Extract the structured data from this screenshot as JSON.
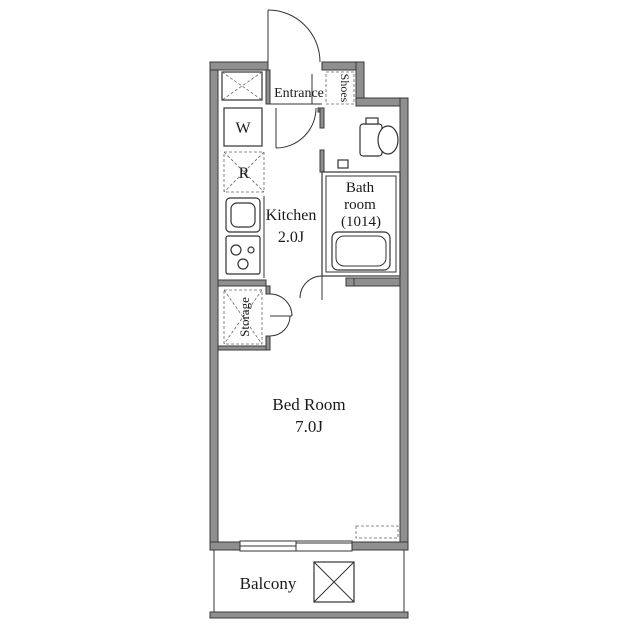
{
  "rooms": {
    "entrance": "Entrance",
    "shoes": "Shoes",
    "washer": "W",
    "fridge": "R",
    "kitchen_name": "Kitchen",
    "kitchen_size": "2.0J",
    "bath_line1": "Bath",
    "bath_line2": "room",
    "bath_size": "(1014)",
    "storage": "Storage",
    "bedroom_name": "Bed Room",
    "bedroom_size": "7.0J",
    "balcony": "Balcony"
  }
}
